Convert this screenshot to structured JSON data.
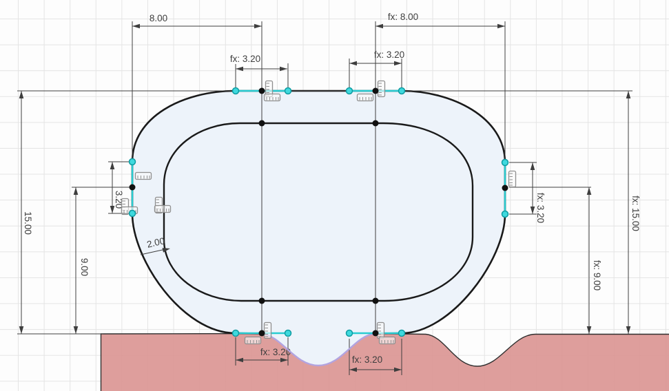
{
  "app": {
    "name": "cad-sketch-canvas",
    "view": "2D sketch with dimensions and section profile"
  },
  "colors": {
    "background": "#fdfdfd",
    "grid_line": "#e4e4e4",
    "profile_fill": "#edf3fa",
    "profile_stroke": "#1a1a1a",
    "tangent_handle": "#29ccd1",
    "projected_curve": "#b2a4e0",
    "terrain_fill": "#db9694",
    "dimension": "#3e3e3e",
    "constraint_icon": "#8f8f8f"
  },
  "dimensions": {
    "width_left": "8.00",
    "width_right": "fx: 8.00",
    "tangent_top_left": "fx: 3.20",
    "tangent_top_right": "fx: 3.20",
    "height_outer_left": "15.00",
    "height_inner_left": "9.00",
    "tangent_left": "3.20",
    "height_outer_right": "fx: 15.00",
    "height_inner_right": "fx: 9.00",
    "tangent_right": "fx: 3.20",
    "offset_distance": "2.00",
    "tangent_bottom_left": "fx: 3.20",
    "tangent_bottom_right": "fx: 3.20"
  },
  "icons": {
    "constraint": "curvature-comb-constraint-icon"
  }
}
